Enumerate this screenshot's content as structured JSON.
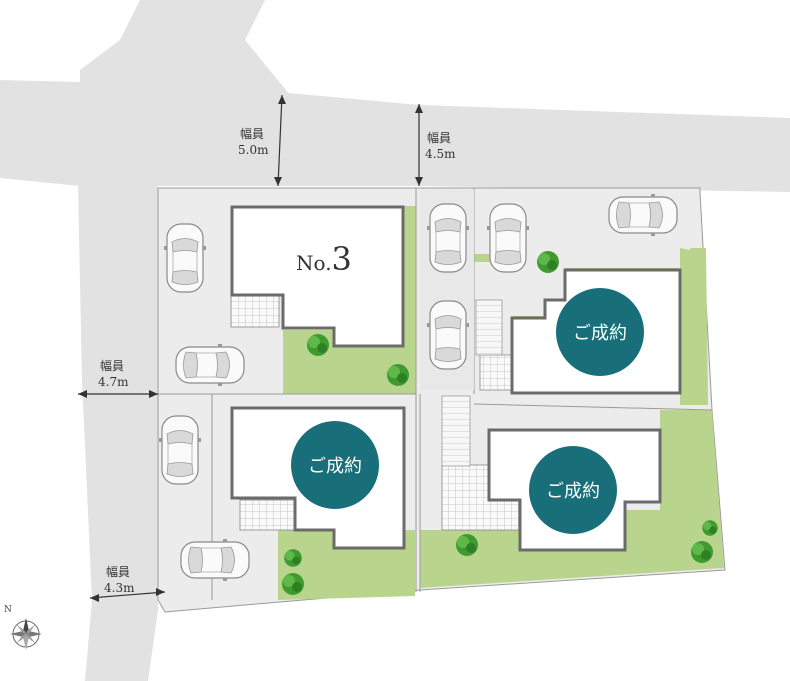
{
  "road_labels": [
    {
      "id": "road-width-label-1",
      "line1": "幅員",
      "line2": "5.0m"
    },
    {
      "id": "road-width-label-2",
      "line1": "幅員",
      "line2": "4.5m"
    },
    {
      "id": "road-width-label-3",
      "line1": "幅員",
      "line2": "4.7m"
    },
    {
      "id": "road-width-label-4",
      "line1": "幅員",
      "line2": "4.3m"
    }
  ],
  "lots": [
    {
      "id": "lot-3",
      "label_prefix": "No.",
      "label_number": "3",
      "status": "available"
    },
    {
      "id": "lot-sold-a",
      "label": "ご成約",
      "status": "sold"
    },
    {
      "id": "lot-sold-b",
      "label": "ご成約",
      "status": "sold"
    },
    {
      "id": "lot-sold-c",
      "label": "ご成約",
      "status": "sold"
    }
  ],
  "compass": {
    "label": "N",
    "icon": "compass-rose-icon"
  },
  "colors": {
    "road": "#e2e2e2",
    "lot_paving": "#ececec",
    "lawn": "#b9d58d",
    "house": "#ffffff",
    "house_outline": "#6b6b6b",
    "sold_badge": "#186f7a",
    "tree": "#3f9a2f"
  }
}
